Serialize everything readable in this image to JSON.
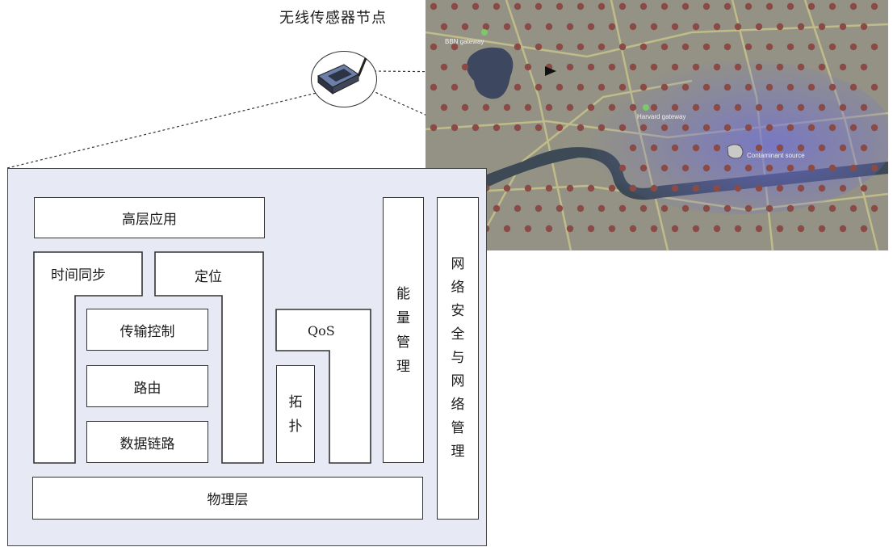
{
  "node_title": "无线传感器节点",
  "map": {
    "bbn_gateway": "BBN gateway",
    "harvard_gateway": "Harvard gateway",
    "contaminant_source": "Contaminant source"
  },
  "stack": {
    "high_level_app": "高层应用",
    "time_sync": "时间同步",
    "localization": "定位",
    "transport_control": "传输控制",
    "routing": "路由",
    "data_link": "数据链路",
    "qos": "QoS",
    "topology": [
      "拓",
      "扑"
    ],
    "physical": "物理层",
    "energy_mgmt": [
      "能",
      "量",
      "管",
      "理"
    ],
    "security_mgmt": [
      "网",
      "络",
      "安",
      "全",
      "与",
      "网",
      "络",
      "管",
      "理"
    ]
  },
  "colors": {
    "frame_bg": "#e7e9f4",
    "sensor_dot": "#8a4a45",
    "plume": "#6f6fd8",
    "gateway": "#7bc96a"
  }
}
